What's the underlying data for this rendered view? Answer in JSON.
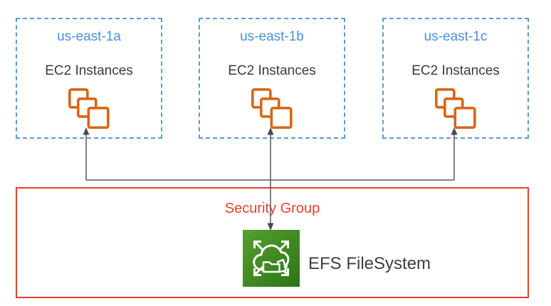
{
  "zones": [
    {
      "title": "us-east-1a",
      "label": "EC2 Instances"
    },
    {
      "title": "us-east-1b",
      "label": "EC2 Instances"
    },
    {
      "title": "us-east-1c",
      "label": "EC2 Instances"
    }
  ],
  "security_group": {
    "label": "Security Group"
  },
  "efs": {
    "label": "EFS FileSystem"
  },
  "icons": {
    "ec2": "ec2-instances-stack-icon",
    "efs": "efs-cloud-folder-icon",
    "connector": "arrow-connectors"
  },
  "colors": {
    "az_border_blue": "#5B9BD5",
    "az_title_blue": "#4A90D9",
    "ec2_orange": "#D86613",
    "security_group_red": "#E8402A",
    "efs_green_light": "#55A02F",
    "efs_green_dark": "#2E7418",
    "connector_gray": "#595959",
    "text_dark": "#3B3B3B"
  }
}
